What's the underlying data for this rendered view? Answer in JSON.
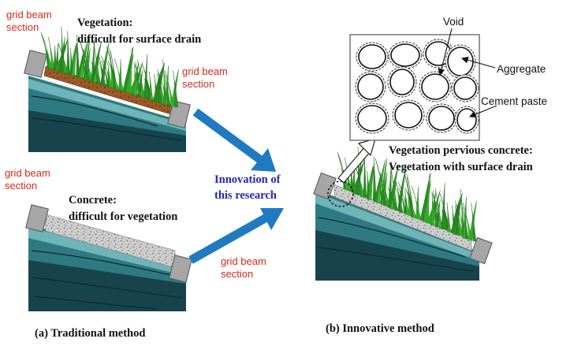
{
  "colors": {
    "red_label": "#d9281c",
    "blue_label": "#2323c8",
    "flow_arrow": "#1f7ac2",
    "grass": "#37b52b",
    "soil_layer": "#9b5a26",
    "concrete": "#c8c8c8",
    "slope_dark": "#17444c",
    "slope_mid": "#2f7a80",
    "slope_light": "#7fc3c5",
    "beam": "#a6a6a6"
  },
  "traditional": {
    "vegetation_case": {
      "beam_label_top": [
        "grid beam",
        "section"
      ],
      "beam_label_bottom": [
        "grid beam",
        "section"
      ],
      "title": [
        "Vegetation:",
        "difficult for surface drain"
      ]
    },
    "concrete_case": {
      "beam_label_top": [
        "grid beam",
        "section"
      ],
      "beam_label_bottom": [
        "grid beam",
        "section"
      ],
      "title": [
        "Concrete:",
        "difficult for vegetation"
      ]
    },
    "caption": "(a) Traditional method"
  },
  "innovation_label": [
    "Innovation of",
    "this research"
  ],
  "innovative": {
    "title": [
      "Vegetation pervious concrete:",
      "Vegetation with surface drain"
    ],
    "caption": "(b) Innovative method",
    "microstructure": {
      "void_label": "Void",
      "aggregate_label": "Aggregate",
      "cement_label": "Cement paste"
    }
  },
  "icons": [
    "grass-icon",
    "arrow-icon",
    "magnify-circle-icon"
  ]
}
